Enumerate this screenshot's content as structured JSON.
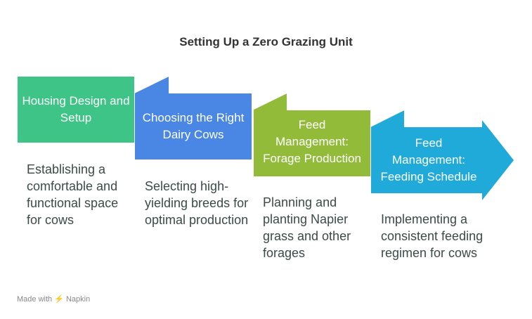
{
  "title": "Setting Up a Zero Grazing Unit",
  "steps": [
    {
      "label": "Housing Design and Setup",
      "description": "Establishing a comfortable and functional space for cows",
      "color": "#3EC486"
    },
    {
      "label": "Choosing the Right Dairy Cows",
      "description": "Selecting high-yielding breeds for optimal production",
      "color": "#4A86E4"
    },
    {
      "label": "Feed Management: Forage Production",
      "description": "Planning and planting Napier grass and other forages",
      "color": "#93BB3A"
    },
    {
      "label": "Feed Management: Feeding Schedule",
      "description": "Implementing a consistent feeding regimen for cows",
      "color": "#1FAAD9"
    }
  ],
  "footer": {
    "made_with": "Made with",
    "brand": "Napkin"
  }
}
